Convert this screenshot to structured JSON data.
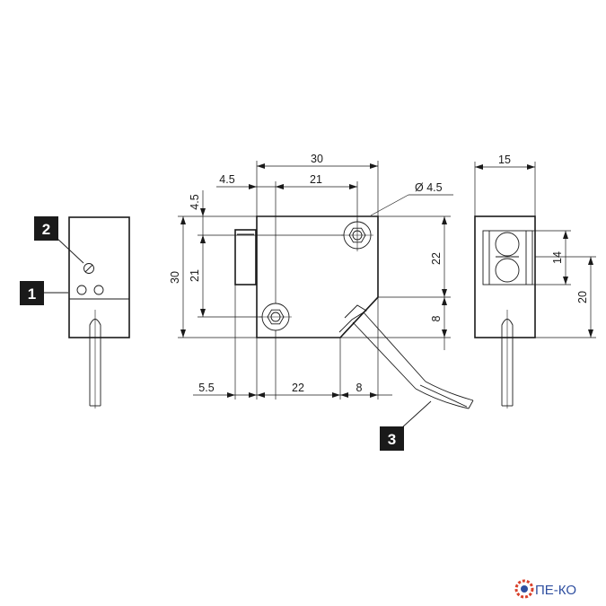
{
  "callouts": {
    "c1": "1",
    "c2": "2",
    "c3": "3"
  },
  "dims": {
    "width_30": "30",
    "width_21": "21",
    "offset_4_5": "4.5",
    "top_4_5": "4.5",
    "hole_dia": "Ø 4.5",
    "height_30": "30",
    "height_21": "21",
    "right_22": "22",
    "right_8": "8",
    "bottom_5_5": "5.5",
    "bottom_22": "22",
    "bottom_8": "8",
    "side_15": "15",
    "side_14": "14",
    "side_20": "20"
  },
  "logo": {
    "text": "ПЕ-КО"
  },
  "colors": {
    "ink": "#1a1a1a",
    "logo_blue": "#2f4fa0",
    "logo_gear": "#d9412b"
  }
}
